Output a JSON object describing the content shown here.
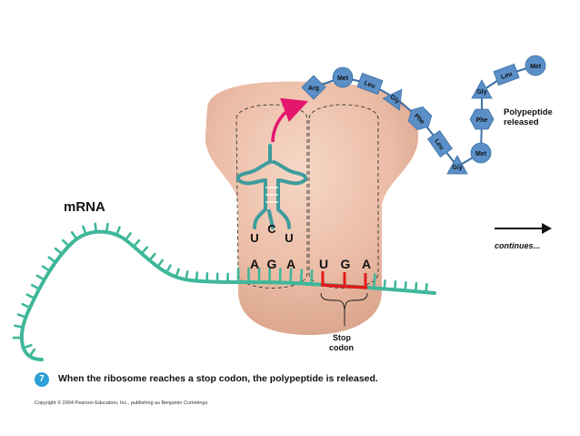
{
  "labels": {
    "mrna": "mRNA",
    "polypeptide_line1": "Polypeptide",
    "polypeptide_line2": "released",
    "continues": "continues...",
    "stop_line1": "Stop",
    "stop_line2": "codon"
  },
  "anticodon": [
    "U",
    "C",
    "U"
  ],
  "codon_p_site": [
    "A",
    "G",
    "A"
  ],
  "codon_stop": [
    "U",
    "G",
    "A"
  ],
  "chain_attached": [
    "Arg",
    "Met",
    "Leu",
    "Gly",
    "Phe",
    "Leu",
    "Gly"
  ],
  "chain_released": [
    "Met",
    "Phe",
    "Gly",
    "Leu",
    "Met"
  ],
  "step": {
    "number": "7",
    "text": "When the ribosome reaches a stop codon, the polypeptide is released."
  },
  "copyright": "Copyright © 2004 Pearson Education, Inc., publishing as Benjamin Cummings.",
  "colors": {
    "ribosome": "#e9b9a2",
    "mrna": "#3fb79a",
    "trna": "#3e9c9c",
    "amino": "#5b8fc7",
    "stop": "#e21b1b",
    "arrow": "#e4176f"
  }
}
